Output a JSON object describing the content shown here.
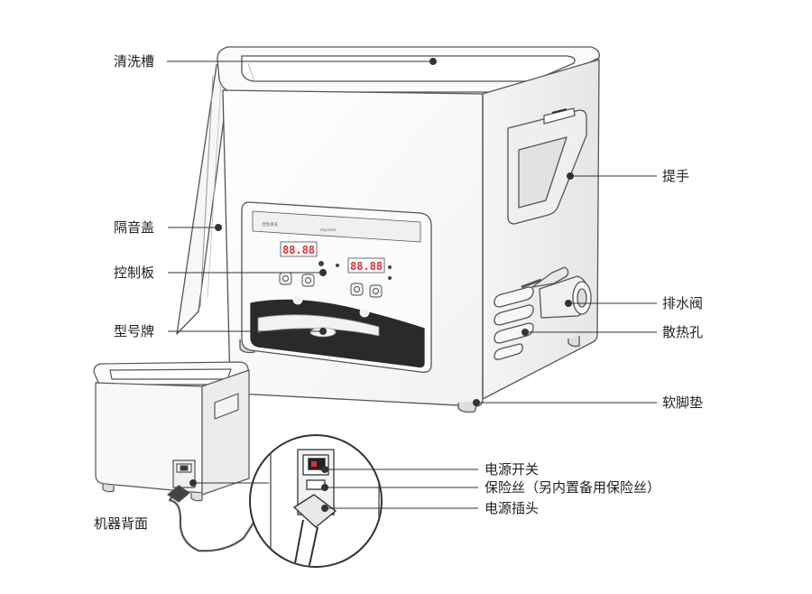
{
  "labels": {
    "tank": "清洗槽",
    "lid": "隔音盖",
    "control_panel": "控制板",
    "model_plate": "型号牌",
    "handle": "提手",
    "drain_valve": "排水阀",
    "vents": "散热孔",
    "feet": "软脚垫",
    "power_switch": "电源开关",
    "fuse": "保险丝（另内置备用保险丝）",
    "power_plug": "电源插头",
    "machine_back": "机器背面"
  },
  "panel": {
    "left_display": "88.88",
    "right_display": "88.88",
    "screen_left_text": "活性清洗",
    "screen_brand_text": "skymen"
  },
  "colors": {
    "outline": "#555555",
    "leader_line": "#333333",
    "panel_dark": "#2a2a2a",
    "display_red": "#e03030"
  }
}
